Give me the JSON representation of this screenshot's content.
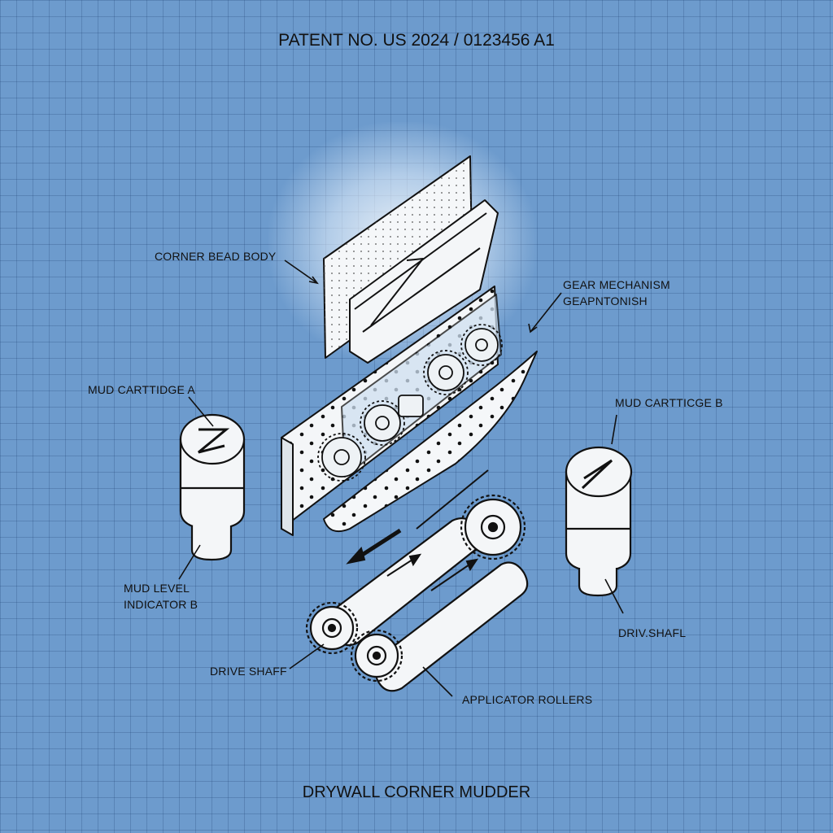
{
  "patent_number": "PATENT NO. US 2024 / 0123456 A1",
  "device_title": "DRYWALL CORNER MUDDER",
  "labels": {
    "corner_bead_body": "CORNER BEAD BODY",
    "gear_mechanism_line1": "GEAR MECHANISM",
    "gear_mechanism_line2": "GEAPNTONISH",
    "mud_cartridge_a": "MUD CARTTIDGE A",
    "mud_cartridge_b": "MUD CARTTICGE B",
    "mud_level_indicator_line1": "MUD LEVEL",
    "mud_level_indicator_line2": "INDICATOR B",
    "drive_shaft_left": "DRIVE SHAFF",
    "drive_shaft_right": "DRIV.SHAFL",
    "applicator_rollers": "APPLICATOR ROLLERS"
  },
  "colors": {
    "background": "#6d9bcd",
    "ink": "#111111",
    "part_fill": "#f4f6f8"
  }
}
